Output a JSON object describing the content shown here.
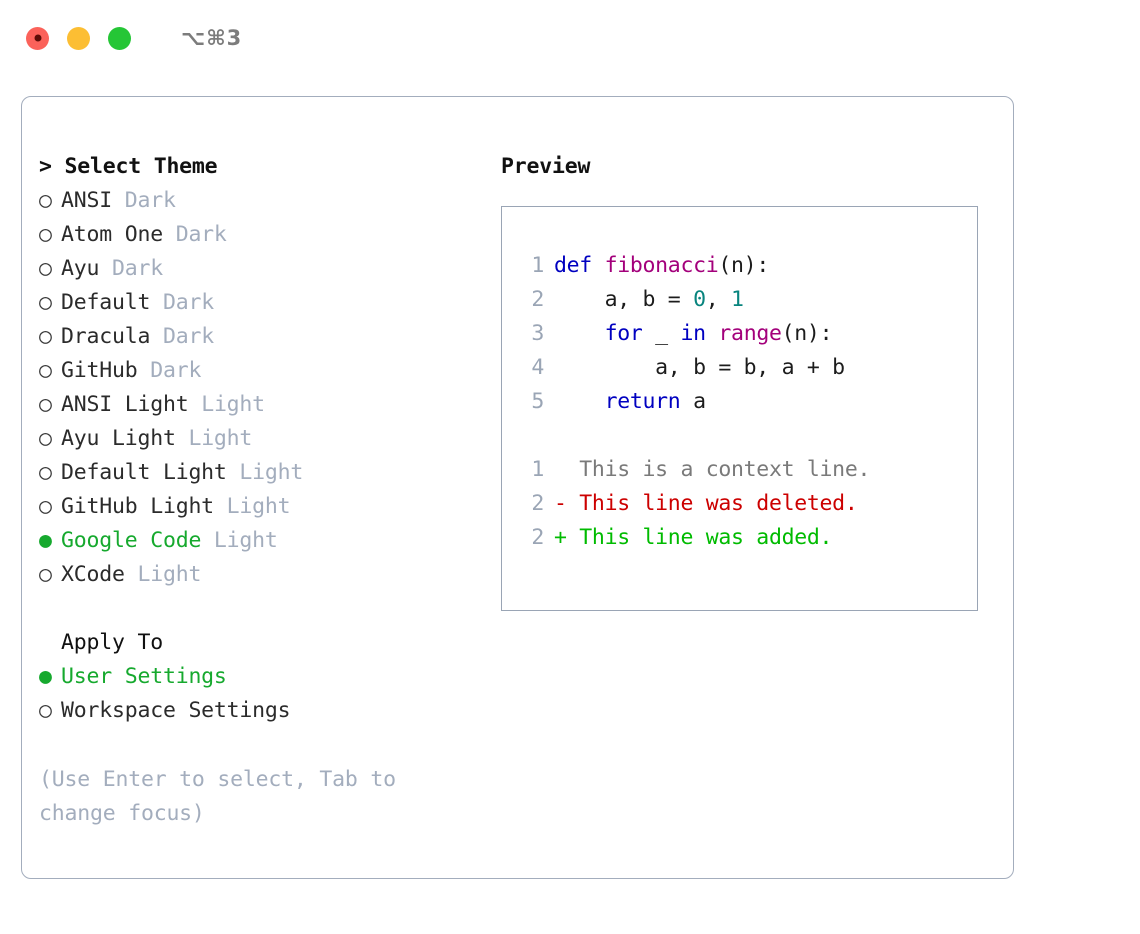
{
  "titlebar": {
    "shortcut": "⌥⌘3",
    "lights": [
      {
        "name": "close",
        "color": "#fb625a"
      },
      {
        "name": "minimize",
        "color": "#fcbe33"
      },
      {
        "name": "maximize",
        "color": "#25c636"
      }
    ]
  },
  "theme_panel": {
    "heading": "> Select Theme",
    "marker_off": "○",
    "marker_on": "●",
    "themes": [
      {
        "name": "ANSI",
        "variant": "Dark",
        "selected": false
      },
      {
        "name": "Atom One",
        "variant": "Dark",
        "selected": false
      },
      {
        "name": "Ayu",
        "variant": "Dark",
        "selected": false
      },
      {
        "name": "Default",
        "variant": "Dark",
        "selected": false
      },
      {
        "name": "Dracula",
        "variant": "Dark",
        "selected": false
      },
      {
        "name": "GitHub",
        "variant": "Dark",
        "selected": false
      },
      {
        "name": "ANSI Light",
        "variant": "Light",
        "selected": false
      },
      {
        "name": "Ayu Light",
        "variant": "Light",
        "selected": false
      },
      {
        "name": "Default Light",
        "variant": "Light",
        "selected": false
      },
      {
        "name": "GitHub Light",
        "variant": "Light",
        "selected": false
      },
      {
        "name": "Google Code",
        "variant": "Light",
        "selected": true
      },
      {
        "name": "XCode",
        "variant": "Light",
        "selected": false
      }
    ]
  },
  "apply_to": {
    "title": "Apply To",
    "options": [
      {
        "name": "User Settings",
        "selected": true
      },
      {
        "name": "Workspace Settings",
        "selected": false
      }
    ]
  },
  "hint": "(Use Enter to select, Tab to change focus)",
  "preview": {
    "title": "Preview",
    "code_lines": [
      {
        "no": "1",
        "tokens": [
          {
            "t": "def ",
            "c": "kw"
          },
          {
            "t": "fibonacci",
            "c": "fn"
          },
          {
            "t": "(n):",
            "c": "pl"
          }
        ]
      },
      {
        "no": "2",
        "tokens": [
          {
            "t": "    a, b = ",
            "c": "pl"
          },
          {
            "t": "0",
            "c": "num"
          },
          {
            "t": ", ",
            "c": "pl"
          },
          {
            "t": "1",
            "c": "num"
          }
        ]
      },
      {
        "no": "3",
        "tokens": [
          {
            "t": "    ",
            "c": "pl"
          },
          {
            "t": "for",
            "c": "kw"
          },
          {
            "t": " _ ",
            "c": "pl"
          },
          {
            "t": "in",
            "c": "kw"
          },
          {
            "t": " ",
            "c": "pl"
          },
          {
            "t": "range",
            "c": "bi"
          },
          {
            "t": "(n):",
            "c": "pl"
          }
        ]
      },
      {
        "no": "4",
        "tokens": [
          {
            "t": "        a, b = b, a + b",
            "c": "pl"
          }
        ]
      },
      {
        "no": "5",
        "tokens": [
          {
            "t": "    ",
            "c": "pl"
          },
          {
            "t": "return",
            "c": "kw"
          },
          {
            "t": " a",
            "c": "pl"
          }
        ]
      }
    ],
    "diff_lines": [
      {
        "no": "1",
        "text": "  This is a context line.",
        "kind": "ctx"
      },
      {
        "no": "2",
        "text": "- This line was deleted.",
        "kind": "del"
      },
      {
        "no": "2",
        "text": "+ This line was added.",
        "kind": "add"
      }
    ]
  },
  "colors": {
    "accent_green": "#16a92e",
    "muted": "#a3adbd",
    "keyword": "#0000c0",
    "function": "#a3007b",
    "number": "#08847e",
    "diff_delete": "#cc0000",
    "diff_add": "#00bb00",
    "border": "#a3adbd"
  }
}
